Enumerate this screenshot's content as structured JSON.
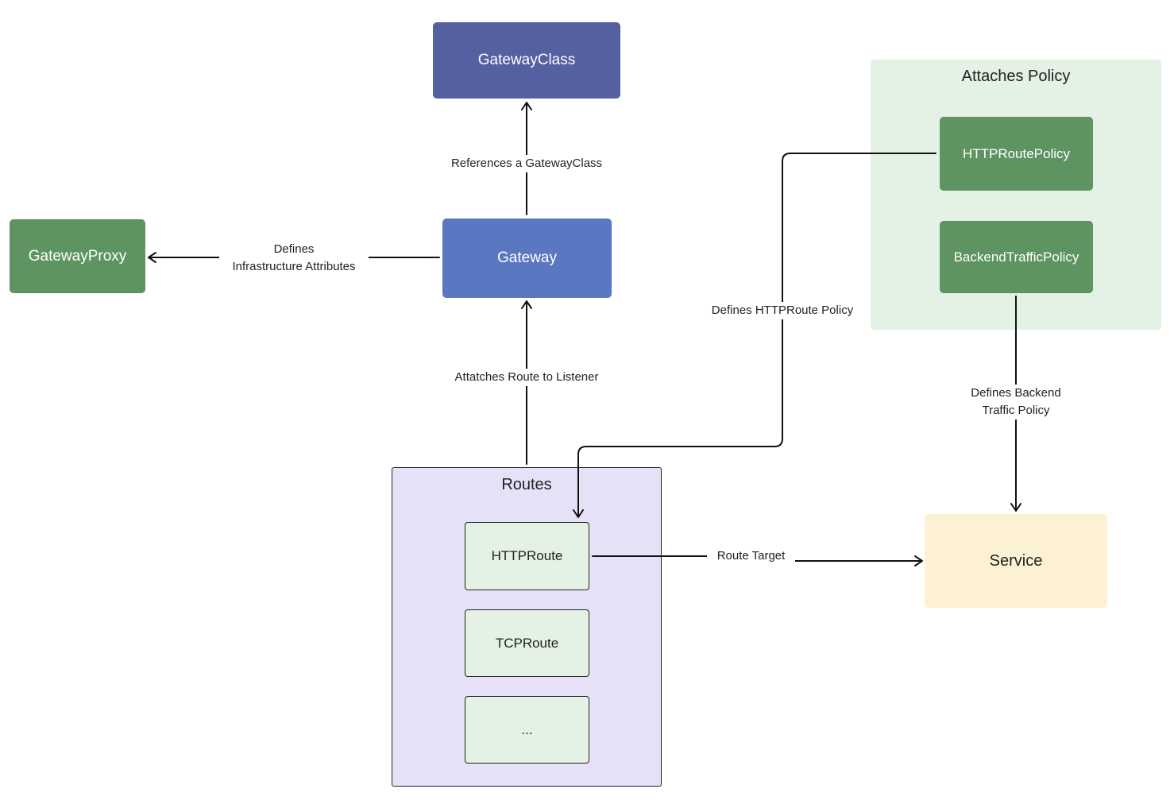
{
  "nodes": {
    "gateway_class": "GatewayClass",
    "gateway": "Gateway",
    "gateway_proxy": "GatewayProxy",
    "service": "Service"
  },
  "groups": {
    "policy": {
      "title": "Attaches Policy",
      "items": [
        "HTTPRoutePolicy",
        "BackendTrafficPolicy"
      ]
    },
    "routes": {
      "title": "Routes",
      "items": [
        "HTTPRoute",
        "TCPRoute",
        "..."
      ]
    }
  },
  "edges": {
    "references_gateway_class": "References a GatewayClass",
    "defines_infra_line1": "Defines",
    "defines_infra_line2": "Infrastructure Attributes",
    "attaches_route": "Attatches Route to Listener",
    "defines_httproute_policy": "Defines HTTPRoute Policy",
    "defines_backend_line1": "Defines Backend",
    "defines_backend_line2": "Traffic Policy",
    "route_target": "Route Target"
  },
  "colors": {
    "gateway_class": "#5460a0",
    "gateway": "#5a77c2",
    "green_node": "#5e9462",
    "policy_group": "#e3f2e5",
    "routes_group": "#e7e1f8",
    "route_item": "#e3f2e5",
    "service": "#fcf1d2"
  }
}
